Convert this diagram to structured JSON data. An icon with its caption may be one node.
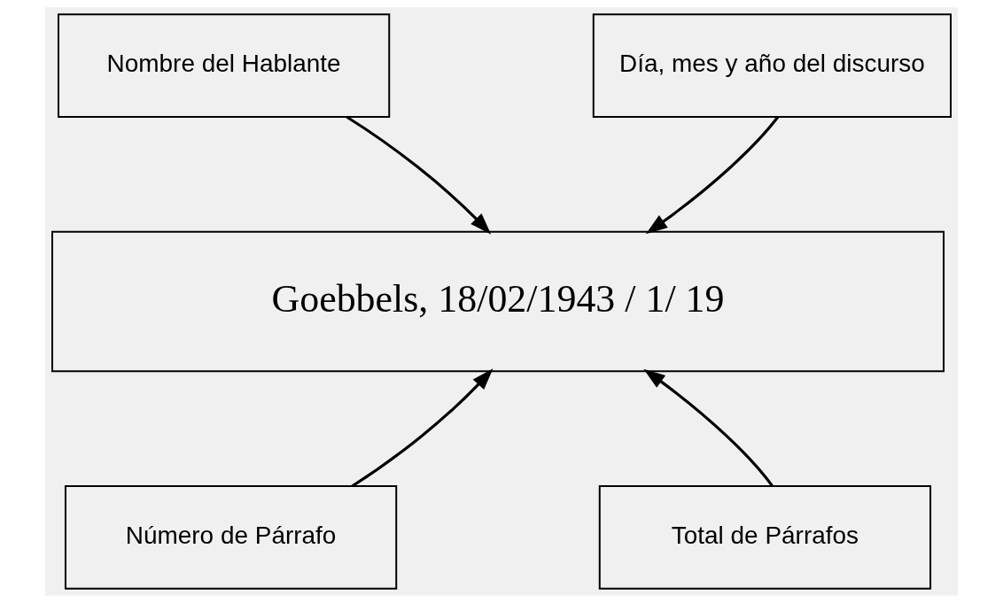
{
  "diagram": {
    "nodes": [
      {
        "text": [
          "Nombre del Hablante"
        ]
      },
      {
        "text": [
          "Día, mes y año del discurso"
        ]
      },
      {
        "text": [
          "Goebbels, 18/02/1943 / 1/ 19"
        ]
      },
      {
        "text": [
          "Número de Párrafo"
        ]
      },
      {
        "text": [
          "Total de Párrafos"
        ]
      }
    ],
    "edges": [
      {
        "from": 0,
        "to": 2,
        "arrow": "to"
      },
      {
        "from": 1,
        "to": 2,
        "arrow": "to"
      },
      {
        "from": 3,
        "to": 2,
        "arrow": "to"
      },
      {
        "from": 4,
        "to": 2,
        "arrow": "to"
      }
    ]
  }
}
